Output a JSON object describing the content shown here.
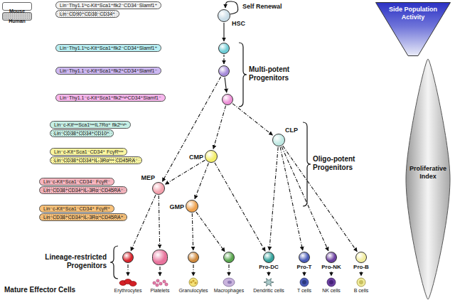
{
  "diagram": {
    "nodes": [
      {
        "text": [
          "HSC"
        ]
      },
      {
        "text": []
      },
      {
        "text": []
      },
      {
        "text": []
      },
      {
        "text": [
          "CLP"
        ]
      },
      {
        "text": [
          "CMP"
        ]
      },
      {
        "text": [
          "MEP"
        ]
      },
      {
        "text": [
          "GMP"
        ]
      },
      {
        "text": []
      },
      {
        "text": []
      },
      {
        "text": []
      },
      {
        "text": []
      },
      {
        "text": [
          "Pro-DC"
        ]
      },
      {
        "text": [
          "Pro-T"
        ]
      },
      {
        "text": [
          "Pro-NK"
        ]
      },
      {
        "text": [
          "Pro-B"
        ]
      },
      {
        "text": [
          "Erythrocytes"
        ]
      },
      {
        "text": [
          "Platelets"
        ]
      },
      {
        "text": [
          "Granulocytes"
        ]
      },
      {
        "text": [
          "Macrophages"
        ]
      },
      {
        "text": [
          "Dendritic cells"
        ]
      },
      {
        "text": [
          "T cells"
        ]
      },
      {
        "text": [
          "NK cells"
        ]
      },
      {
        "text": [
          "B cells"
        ]
      },
      {
        "text": [
          "Lin⁻Thy1.1ˡᵒc-Kit⁺Sca1⁺flk2⁻CD34⁻Slamf1⁺"
        ]
      },
      {
        "text": [
          "Lin⁻CD90⁺CD38⁻CD34⁺"
        ]
      },
      {
        "text": [
          "Lin⁻Thy1.1ˡᵒc-Kit⁺Sca1⁺flk2⁻CD34⁺Slamf1⁺"
        ]
      },
      {
        "text": [
          "Lin⁻Thy1.1⁻c-Kit⁺Sca1⁺flk2⁺CD34⁺Slamf1⁻"
        ]
      },
      {
        "text": [
          "Lin⁻Thy1.1⁻c-Kit⁺Sca1⁺flk2ʰⁱᵍʰCD34⁺Slamf1⁻"
        ]
      },
      {
        "text": [
          "Lin⁻c-KitˡᵒʷSca1ˡᵒʷIL7Rα⁺ flk2ʰⁱᵍʰ"
        ]
      },
      {
        "text": [
          "Lin⁻CD38⁺CD34⁺CD10⁺"
        ]
      },
      {
        "text": [
          "Lin⁻c-Kit⁺Sca1⁻CD34⁺ FcγRˡᵒʷ"
        ]
      },
      {
        "text": [
          "Lin⁻CD38⁺CD34⁺IL-3Rαˡᵒʷ CD45RA⁻"
        ]
      },
      {
        "text": [
          "Lin⁻c-Kit⁺Sca1⁻CD34⁻ FcγR⁻"
        ]
      },
      {
        "text": [
          "Lin⁻CD38⁺CD34⁺IL-3Rα⁻CD45RA⁻"
        ]
      },
      {
        "text": [
          "Lin⁻c-Kit⁺Sca1⁻CD34⁺ FcγR⁺"
        ]
      },
      {
        "text": [
          "Lin⁻CD38⁺CD34⁺IL-3Rα⁺CD45RA⁺"
        ]
      },
      {
        "text": [
          "Side Population Activity"
        ]
      },
      {
        "text": [
          "Proliferative Index"
        ]
      }
    ],
    "edges": [
      {
        "from": 0,
        "to": 0,
        "arrow": "to",
        "label": "Self Renewal"
      },
      {
        "from": 0,
        "to": 1,
        "arrow": "to"
      },
      {
        "from": 1,
        "to": 2,
        "arrow": "to"
      },
      {
        "from": 2,
        "to": 3,
        "arrow": "to"
      },
      {
        "from": 2,
        "to": 6,
        "arrow": "to"
      },
      {
        "from": 3,
        "to": 5,
        "arrow": "to"
      },
      {
        "from": 3,
        "to": 4,
        "arrow": "to"
      },
      {
        "from": 5,
        "to": 6,
        "arrow": "to"
      },
      {
        "from": 5,
        "to": 7,
        "arrow": "to"
      },
      {
        "from": 5,
        "to": 12,
        "arrow": "to"
      },
      {
        "from": 4,
        "to": 12,
        "arrow": "to"
      },
      {
        "from": 4,
        "to": 13,
        "arrow": "to"
      },
      {
        "from": 4,
        "to": 14,
        "arrow": "to"
      },
      {
        "from": 4,
        "to": 15,
        "arrow": "to"
      },
      {
        "from": 6,
        "to": 8,
        "arrow": "to"
      },
      {
        "from": 6,
        "to": 9,
        "arrow": "to"
      },
      {
        "from": 7,
        "to": 10,
        "arrow": "to"
      },
      {
        "from": 7,
        "to": 11,
        "arrow": "to"
      },
      {
        "from": 8,
        "to": 16,
        "arrow": "to"
      },
      {
        "from": 9,
        "to": 17,
        "arrow": "to"
      },
      {
        "from": 10,
        "to": 18,
        "arrow": "to"
      },
      {
        "from": 11,
        "to": 19,
        "arrow": "to"
      },
      {
        "from": 12,
        "to": 20,
        "arrow": "to"
      },
      {
        "from": 13,
        "to": 21,
        "arrow": "to"
      },
      {
        "from": 14,
        "to": 22,
        "arrow": "to"
      },
      {
        "from": 15,
        "to": 23,
        "arrow": "to"
      }
    ],
    "labels": [
      "Multi-potent Progenitors",
      "Oligo-potent Progenitors",
      "Lineage-restricted Progenitors",
      "Mature Effector Cells"
    ],
    "legend": [
      {
        "text": "Mouse",
        "color": "#ffffff"
      },
      {
        "text": "Human",
        "color": "#cccccc"
      }
    ]
  }
}
